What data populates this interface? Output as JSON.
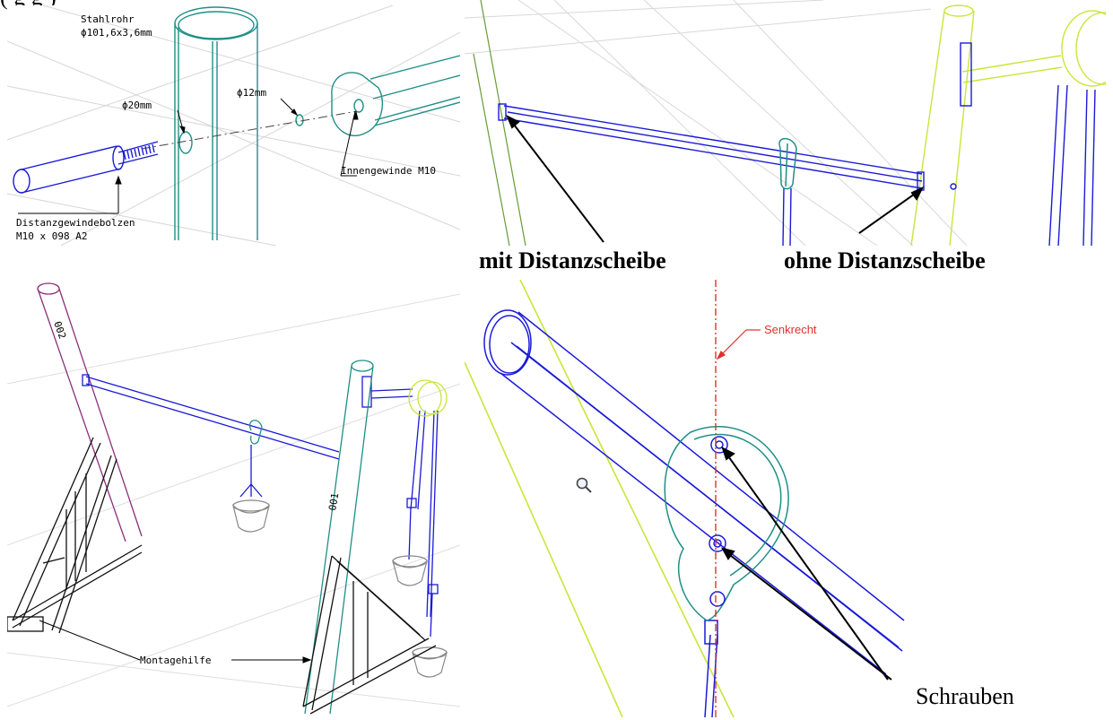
{
  "top_text": {
    "line": "(                                                        g                                              g                                              )"
  },
  "panel1": {
    "material_label_1": "Stahlrohr",
    "material_label_2": "ϕ101,6x3,6mm",
    "hole_large": "ϕ20mm",
    "hole_small": "ϕ12mm",
    "thread_label": "Innengewinde M10",
    "bolt_label_1": "Distanzgewindebolzen",
    "bolt_label_2": "M10 x 098 A2"
  },
  "panel2": {
    "caption_left": "mit Distanzscheibe",
    "caption_right": "ohne Distanzscheibe"
  },
  "panel3": {
    "post_a": "002",
    "post_b": "001",
    "aid_label": "Montagehilfe"
  },
  "panel4": {
    "vertical_label": "Senkrecht",
    "screws_label": "Schrauben"
  },
  "colors": {
    "blue": "#1a1ad8",
    "teal": "#1f8f86",
    "yellow_green": "#c8e63a",
    "purple": "#8b2f7a",
    "red": "#e0302a",
    "gray": "#8a8a8a"
  }
}
